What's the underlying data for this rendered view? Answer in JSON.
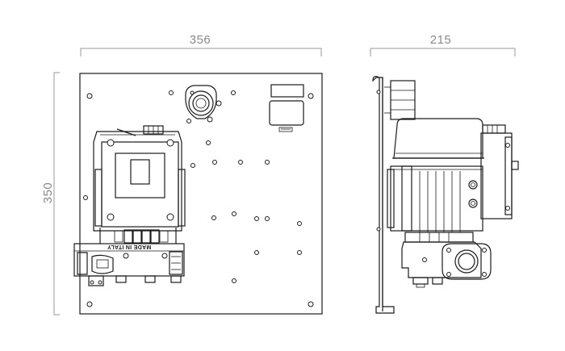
{
  "dimensions": {
    "front_width": "356",
    "front_height": "350",
    "side_width": "215"
  },
  "labels": {
    "made_in": "MADE IN ITALY"
  }
}
